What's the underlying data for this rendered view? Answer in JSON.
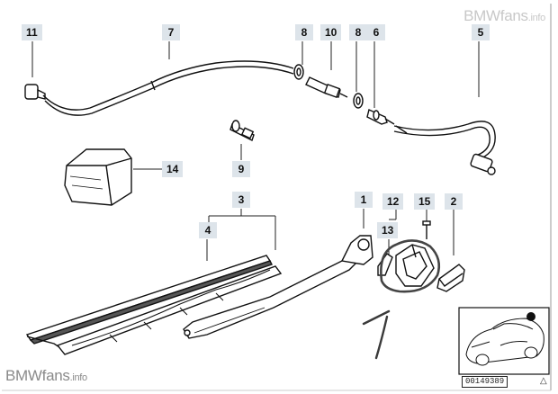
{
  "watermark_top": {
    "main": "BMWfans",
    "suffix": ".info"
  },
  "watermark_bottom": {
    "main": "BMWfans",
    "suffix": ".info"
  },
  "callouts": [
    "11",
    "7",
    "8",
    "10",
    "8",
    "6",
    "5",
    "14",
    "9",
    "3",
    "4",
    "1",
    "12",
    "15",
    "2",
    "13"
  ],
  "diagram_id": "00149389",
  "reference_mark": "△",
  "colors": {
    "callout_bg": "#dde4ea",
    "line": "#111111",
    "annotation": "#3a3a3a"
  }
}
